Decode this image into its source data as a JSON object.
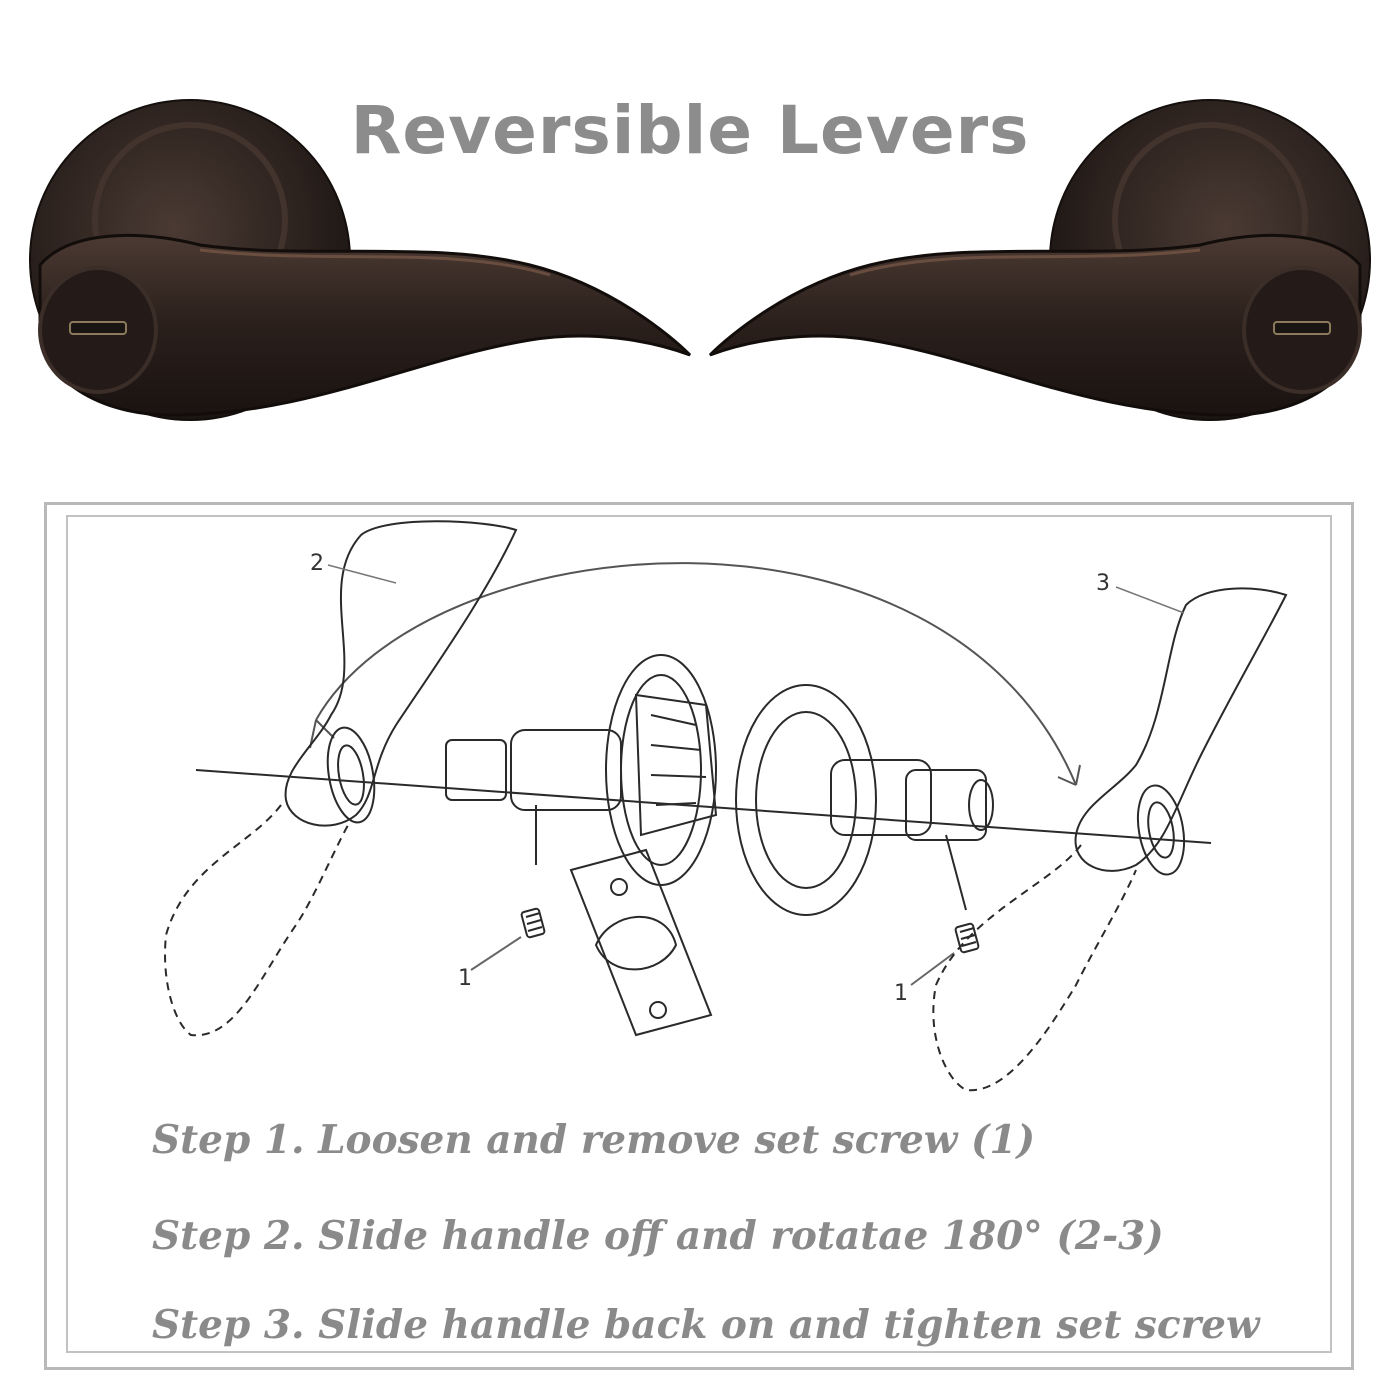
{
  "title": "Reversible Levers",
  "callouts": {
    "set_screw": "1",
    "handle_before": "2",
    "handle_after": "3"
  },
  "steps": [
    "Step 1. Loosen and remove set screw (1)",
    "Step 2. Slide handle off and rotatae 180° (2-3)",
    "Step 3. Slide handle back on and tighten set screw"
  ],
  "colors": {
    "title": "#8c8c8c",
    "steps": "#8a8a8a",
    "lever_finish": "#2e211c",
    "frame": "#b9b9b9"
  }
}
